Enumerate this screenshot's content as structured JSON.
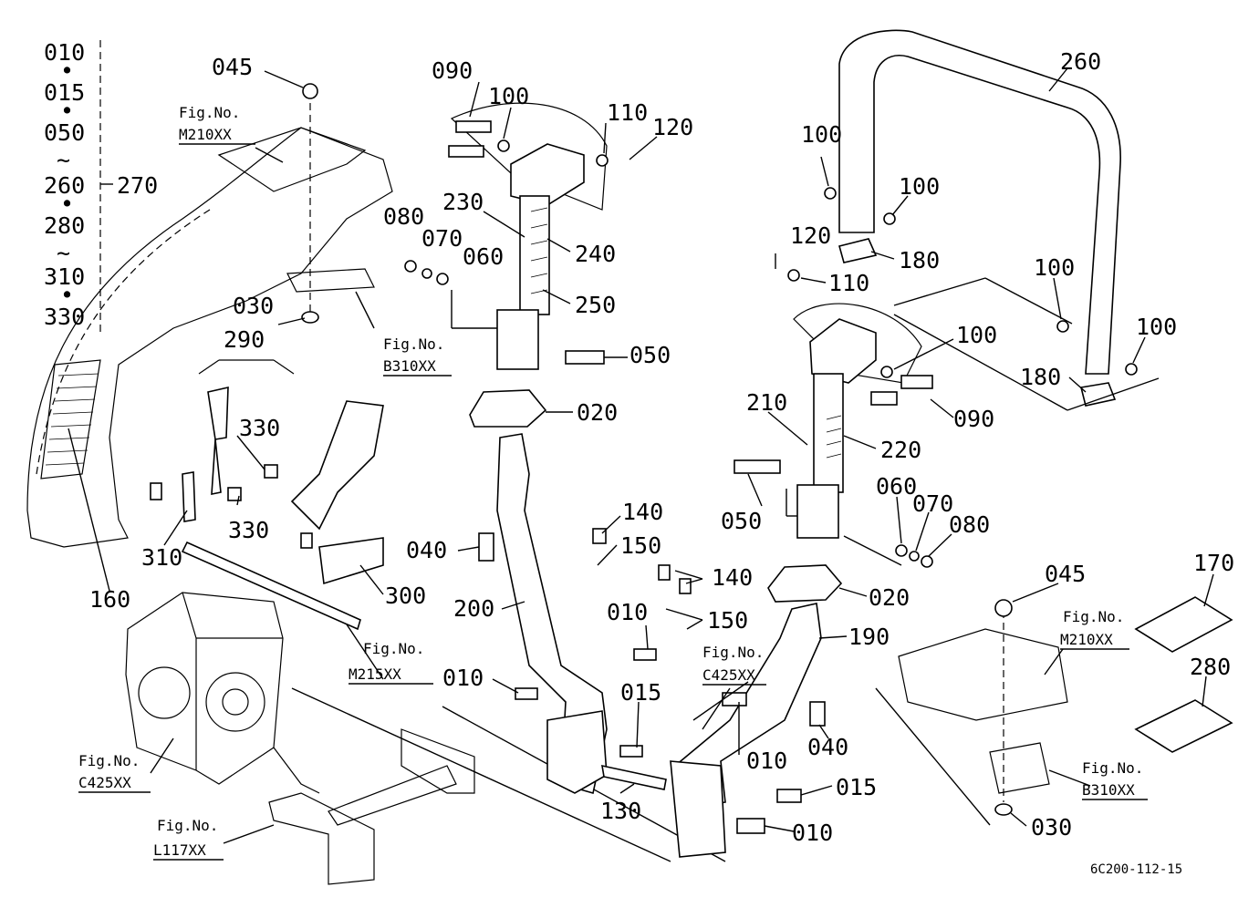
{
  "diagram": {
    "drawing_code": "6C200-112-15",
    "group_list": {
      "lines": [
        "010",
        "•",
        "015",
        "•",
        "050",
        "~",
        "260",
        "•",
        "280",
        "~",
        "310",
        "•",
        "330"
      ],
      "group_number": "270"
    },
    "part_labels": [
      {
        "id": "p045a",
        "text": "045"
      },
      {
        "id": "p030a",
        "text": "030"
      },
      {
        "id": "p090a",
        "text": "090"
      },
      {
        "id": "p100a",
        "text": "100"
      },
      {
        "id": "p110a",
        "text": "110"
      },
      {
        "id": "p120a",
        "text": "120"
      },
      {
        "id": "p230",
        "text": "230"
      },
      {
        "id": "p240",
        "text": "240"
      },
      {
        "id": "p250",
        "text": "250"
      },
      {
        "id": "p080a",
        "text": "080"
      },
      {
        "id": "p070a",
        "text": "070"
      },
      {
        "id": "p060a",
        "text": "060"
      },
      {
        "id": "p050a",
        "text": "050"
      },
      {
        "id": "p020a",
        "text": "020"
      },
      {
        "id": "p290",
        "text": "290"
      },
      {
        "id": "p330a",
        "text": "330"
      },
      {
        "id": "p330b",
        "text": "330"
      },
      {
        "id": "p310",
        "text": "310"
      },
      {
        "id": "p300",
        "text": "300"
      },
      {
        "id": "p160",
        "text": "160"
      },
      {
        "id": "p040a",
        "text": "040"
      },
      {
        "id": "p200",
        "text": "200"
      },
      {
        "id": "p140a",
        "text": "140"
      },
      {
        "id": "p150a",
        "text": "150"
      },
      {
        "id": "p140b",
        "text": "140"
      },
      {
        "id": "p150b",
        "text": "150"
      },
      {
        "id": "p010a",
        "text": "010"
      },
      {
        "id": "p010b",
        "text": "010"
      },
      {
        "id": "p015a",
        "text": "015"
      },
      {
        "id": "p130",
        "text": "130"
      },
      {
        "id": "p260",
        "text": "260"
      },
      {
        "id": "p100b",
        "text": "100"
      },
      {
        "id": "p100c",
        "text": "100"
      },
      {
        "id": "p120b",
        "text": "120"
      },
      {
        "id": "p180a",
        "text": "180"
      },
      {
        "id": "p110b",
        "text": "110"
      },
      {
        "id": "p100d",
        "text": "100"
      },
      {
        "id": "p100e",
        "text": "100"
      },
      {
        "id": "p100f",
        "text": "100"
      },
      {
        "id": "p180b",
        "text": "180"
      },
      {
        "id": "p210",
        "text": "210"
      },
      {
        "id": "p090b",
        "text": "090"
      },
      {
        "id": "p220",
        "text": "220"
      },
      {
        "id": "p050b",
        "text": "050"
      },
      {
        "id": "p060b",
        "text": "060"
      },
      {
        "id": "p070b",
        "text": "070"
      },
      {
        "id": "p080b",
        "text": "080"
      },
      {
        "id": "p020b",
        "text": "020"
      },
      {
        "id": "p190",
        "text": "190"
      },
      {
        "id": "p010c",
        "text": "010"
      },
      {
        "id": "p040b",
        "text": "040"
      },
      {
        "id": "p015b",
        "text": "015"
      },
      {
        "id": "p010d",
        "text": "010"
      },
      {
        "id": "p045b",
        "text": "045"
      },
      {
        "id": "p030b",
        "text": "030"
      },
      {
        "id": "p170",
        "text": "170"
      },
      {
        "id": "p280",
        "text": "280"
      }
    ],
    "figure_refs": [
      {
        "id": "m210a",
        "line1": "Fig.No.",
        "line2": "M210XX"
      },
      {
        "id": "b310a",
        "line1": "Fig.No.",
        "line2": "B310XX"
      },
      {
        "id": "m215",
        "line1": "Fig.No.",
        "line2": "M215XX"
      },
      {
        "id": "c425a",
        "line1": "Fig.No.",
        "line2": "C425XX"
      },
      {
        "id": "l117",
        "line1": "Fig.No.",
        "line2": "L117XX"
      },
      {
        "id": "c425b",
        "line1": "Fig.No.",
        "line2": "C425XX"
      },
      {
        "id": "m210b",
        "line1": "Fig.No.",
        "line2": "M210XX"
      },
      {
        "id": "b310b",
        "line1": "Fig.No.",
        "line2": "B310XX"
      }
    ]
  }
}
